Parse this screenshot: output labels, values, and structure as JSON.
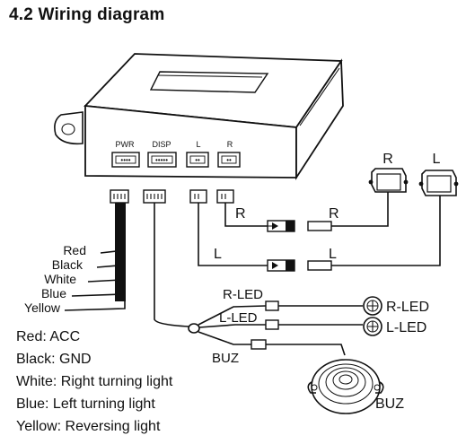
{
  "title": "4.2 Wiring diagram",
  "module": {
    "ports": [
      "PWR",
      "DISP",
      "L",
      "R"
    ]
  },
  "sensors": {
    "right": "R",
    "left": "L"
  },
  "wire_labels": {
    "right_wire": "R",
    "right_wire_end": "R",
    "left_wire": "L",
    "left_wire_end": "L",
    "r_led_cable": "R-LED",
    "l_led_cable": "L-LED",
    "buz_cable": "BUZ"
  },
  "power_wires": [
    "Red",
    "Black",
    "White",
    "Blue",
    "Yellow"
  ],
  "leds": {
    "r_led": "R-LED",
    "l_led": "L-LED"
  },
  "buzzer": {
    "label": "BUZ"
  },
  "legend": [
    "Red: ACC",
    "Black: GND",
    "White: Right turning light",
    "Blue: Left turning light",
    "Yellow: Reversing light"
  ]
}
